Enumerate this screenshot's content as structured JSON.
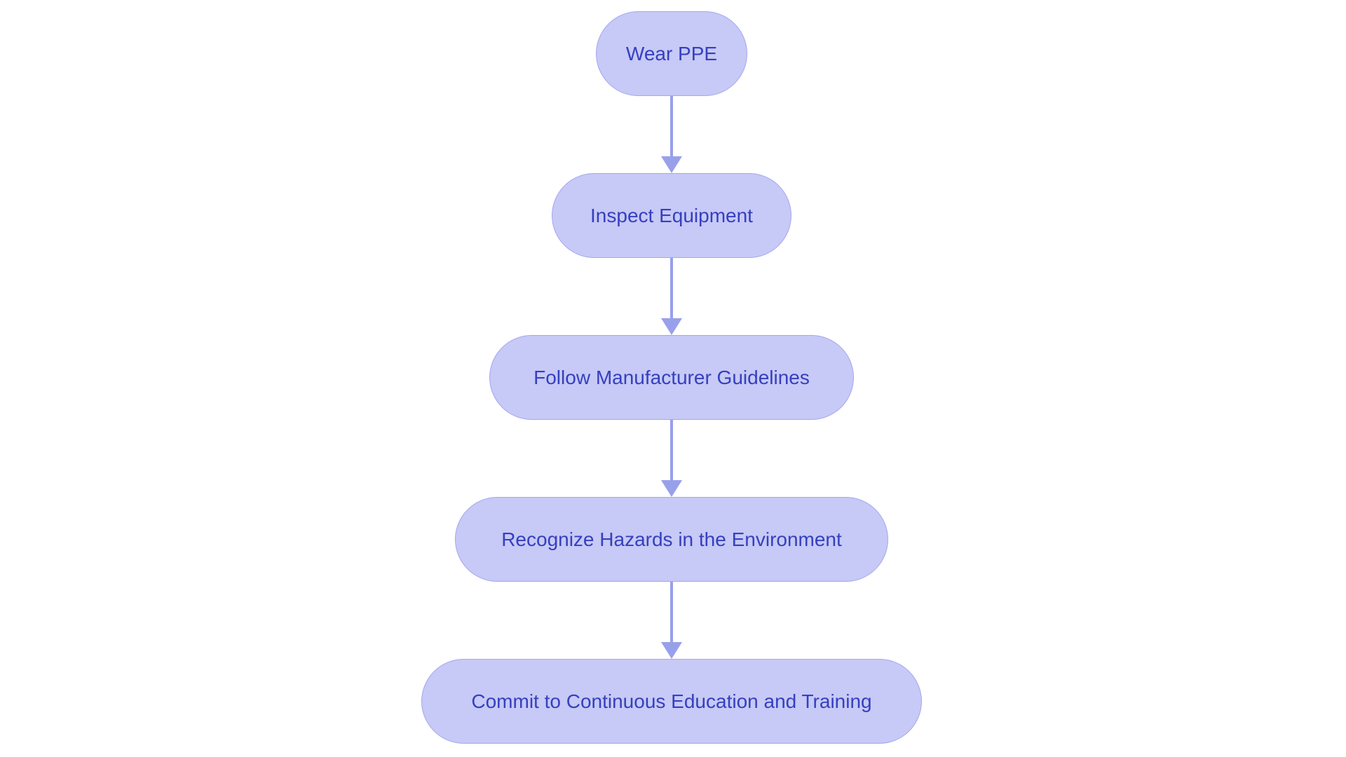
{
  "flowchart": {
    "type": "flowchart",
    "direction": "top-to-bottom",
    "nodes": [
      {
        "id": "node-1",
        "label": "Wear PPE",
        "shape": "stadium"
      },
      {
        "id": "node-2",
        "label": "Inspect Equipment",
        "shape": "stadium"
      },
      {
        "id": "node-3",
        "label": "Follow Manufacturer Guidelines",
        "shape": "stadium"
      },
      {
        "id": "node-4",
        "label": "Recognize Hazards in the Environment",
        "shape": "stadium"
      },
      {
        "id": "node-5",
        "label": "Commit to Continuous Education and Training",
        "shape": "stadium"
      }
    ],
    "edges": [
      {
        "from": "node-1",
        "to": "node-2",
        "style": "solid-arrow-down"
      },
      {
        "from": "node-2",
        "to": "node-3",
        "style": "solid-arrow-down"
      },
      {
        "from": "node-3",
        "to": "node-4",
        "style": "solid-arrow-down"
      },
      {
        "from": "node-4",
        "to": "node-5",
        "style": "solid-arrow-down"
      }
    ],
    "colors": {
      "node_fill": "#c7c9f6",
      "node_border": "#a3a7ee",
      "node_text": "#3540bf",
      "arrow": "#99a0eb",
      "background": "#ffffff"
    }
  }
}
